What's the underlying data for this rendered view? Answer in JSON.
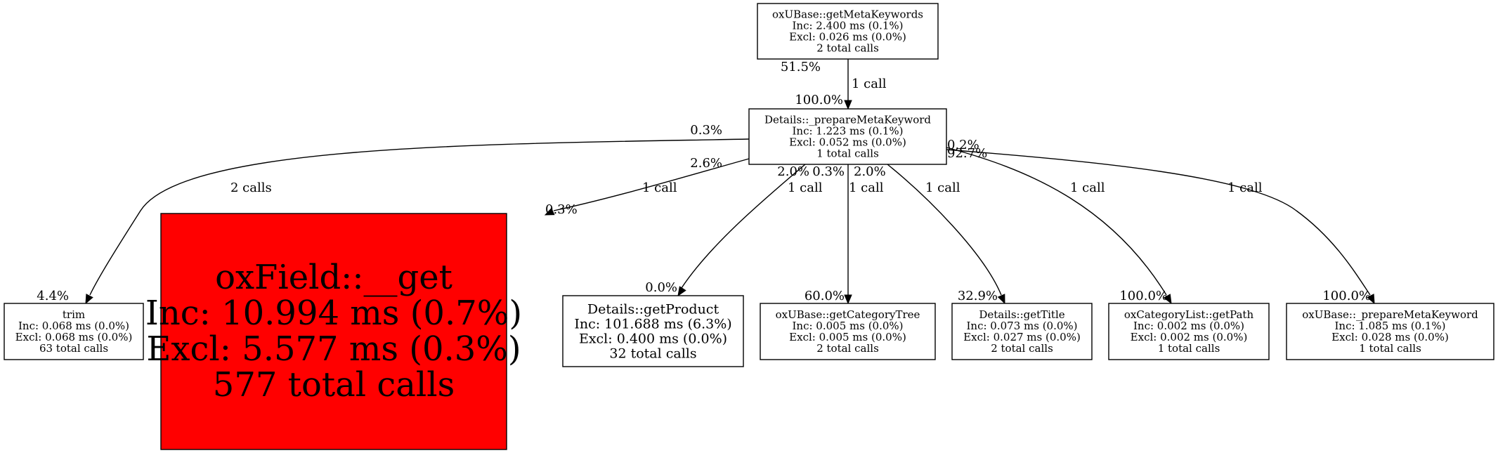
{
  "graph": {
    "type": "call-graph",
    "hot_color": "#ff0000",
    "nodes": [
      {
        "id": "getMetaKeywords",
        "lines": [
          "oxUBase::getMetaKeywords",
          "Inc: 2.400 ms (0.1%)",
          "Excl: 0.026 ms (0.0%)",
          "2 total calls"
        ]
      },
      {
        "id": "details_prepareMetaKeyword",
        "lines": [
          "Details::_prepareMetaKeyword",
          "Inc: 1.223 ms (0.1%)",
          "Excl: 0.052 ms (0.0%)",
          "1 total calls"
        ]
      },
      {
        "id": "trim",
        "lines": [
          "trim",
          "Inc: 0.068 ms (0.0%)",
          "Excl: 0.068 ms (0.0%)",
          "63 total calls"
        ]
      },
      {
        "id": "oxField_get",
        "hot": true,
        "lines": [
          "oxField::__get",
          "Inc: 10.994 ms (0.7%)",
          "Excl: 5.577 ms (0.3%)",
          "577 total calls"
        ]
      },
      {
        "id": "getProduct",
        "lines": [
          "Details::getProduct",
          "Inc: 101.688 ms (6.3%)",
          "Excl: 0.400 ms (0.0%)",
          "32 total calls"
        ]
      },
      {
        "id": "getCategoryTree",
        "lines": [
          "oxUBase::getCategoryTree",
          "Inc: 0.005 ms (0.0%)",
          "Excl: 0.005 ms (0.0%)",
          "2 total calls"
        ]
      },
      {
        "id": "getTitle",
        "lines": [
          "Details::getTitle",
          "Inc: 0.073 ms (0.0%)",
          "Excl: 0.027 ms (0.0%)",
          "2 total calls"
        ]
      },
      {
        "id": "getPath",
        "lines": [
          "oxCategoryList::getPath",
          "Inc: 0.002 ms (0.0%)",
          "Excl: 0.002 ms (0.0%)",
          "1 total calls"
        ]
      },
      {
        "id": "oxubase_prepareMetaKeyword",
        "lines": [
          "oxUBase::_prepareMetaKeyword",
          "Inc: 1.085 ms (0.1%)",
          "Excl: 0.028 ms (0.0%)",
          "1 total calls"
        ]
      }
    ],
    "edges": [
      {
        "from": "getMetaKeywords",
        "to": "details_prepareMetaKeyword",
        "label": "1 call",
        "tail_pct": "51.5%",
        "head_pct": "100.0%"
      },
      {
        "from": "details_prepareMetaKeyword",
        "to": "trim",
        "label": "2 calls",
        "tail_pct": "0.3%",
        "head_pct": "4.4%"
      },
      {
        "from": "details_prepareMetaKeyword",
        "to": "oxField_get",
        "label": "1 call",
        "tail_pct": "2.6%",
        "head_pct": "0.3%"
      },
      {
        "from": "details_prepareMetaKeyword",
        "to": "getProduct",
        "label": "1 call",
        "tail_pct": "2.0%",
        "head_pct": "0.0%"
      },
      {
        "from": "details_prepareMetaKeyword",
        "to": "getCategoryTree",
        "label": "1 call",
        "tail_pct": "0.3%",
        "head_pct": "60.0%"
      },
      {
        "from": "details_prepareMetaKeyword",
        "to": "getTitle",
        "label": "1 call",
        "tail_pct": "2.0%",
        "head_pct": "32.9%"
      },
      {
        "from": "details_prepareMetaKeyword",
        "to": "getPath",
        "label": "1 call",
        "tail_pct": "0.2%",
        "head_pct": "100.0%"
      },
      {
        "from": "details_prepareMetaKeyword",
        "to": "oxubase_prepareMetaKeyword",
        "label": "1 call",
        "tail_pct": "92.7%",
        "head_pct": "100.0%"
      }
    ]
  }
}
